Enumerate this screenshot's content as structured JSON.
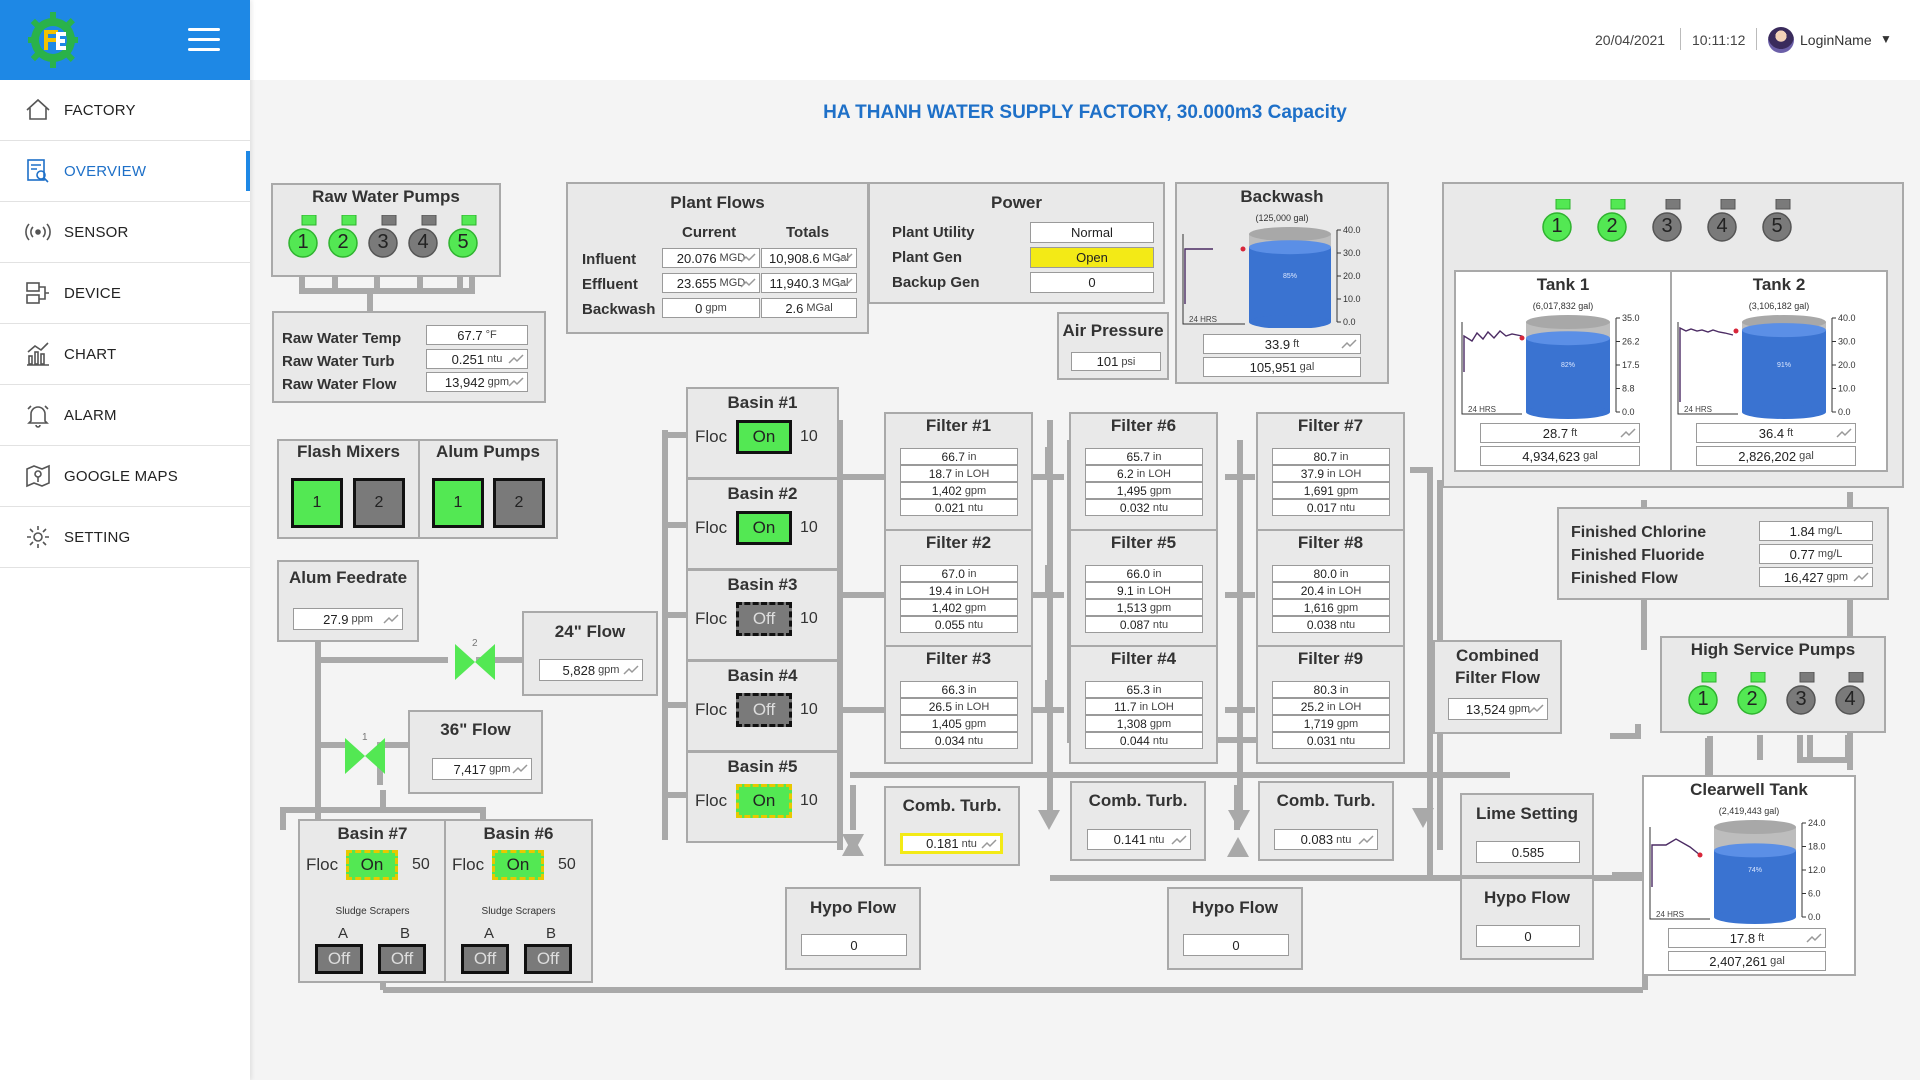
{
  "sidebar": {
    "items": [
      {
        "label": "FACTORY",
        "icon": "home-icon"
      },
      {
        "label": "OVERVIEW",
        "icon": "overview-icon"
      },
      {
        "label": "SENSOR",
        "icon": "sensor-icon"
      },
      {
        "label": "DEVICE",
        "icon": "device-icon"
      },
      {
        "label": "CHART",
        "icon": "chart-icon"
      },
      {
        "label": "ALARM",
        "icon": "bell-icon"
      },
      {
        "label": "GOOGLE MAPS",
        "icon": "map-icon"
      },
      {
        "label": "SETTING",
        "icon": "gear-icon"
      }
    ],
    "active": "OVERVIEW"
  },
  "topbar": {
    "date": "20/04/2021",
    "time": "10:11:12",
    "user": "LoginName"
  },
  "title": "HA THANH WATER SUPPLY FACTORY, 30.000m3 Capacity",
  "colors": {
    "accent": "#1e88e5",
    "on": "#53e853",
    "off": "#7a7a7a",
    "open": "#f3ea16"
  },
  "raw_pumps": {
    "title": "Raw Water Pumps",
    "pumps": [
      {
        "n": "1",
        "on": true
      },
      {
        "n": "2",
        "on": true
      },
      {
        "n": "3",
        "on": false
      },
      {
        "n": "4",
        "on": false
      },
      {
        "n": "5",
        "on": true
      }
    ]
  },
  "raw_water": {
    "rows": [
      {
        "label": "Raw Water Temp",
        "value": "67.7",
        "unit": "°F"
      },
      {
        "label": "Raw Water Turb",
        "value": "0.251",
        "unit": "ntu"
      },
      {
        "label": "Raw Water Flow",
        "value": "13,942",
        "unit": "gpm"
      }
    ]
  },
  "flash_mixers": {
    "title": "Flash Mixers",
    "items": [
      {
        "n": "1",
        "on": true
      },
      {
        "n": "2",
        "on": false
      }
    ]
  },
  "alum_pumps": {
    "title": "Alum Pumps",
    "items": [
      {
        "n": "1",
        "on": true
      },
      {
        "n": "2",
        "on": false
      }
    ]
  },
  "alum_feedrate": {
    "title": "Alum Feedrate",
    "value": "27.9",
    "unit": "ppm"
  },
  "valve1": "1",
  "valve2": "2",
  "flow24": {
    "title": "24\" Flow",
    "value": "5,828",
    "unit": "gpm"
  },
  "flow36": {
    "title": "36\" Flow",
    "value": "7,417",
    "unit": "gpm"
  },
  "basins_left": [
    {
      "title": "Basin #7",
      "floc": "Floc",
      "state": "On",
      "num": "50",
      "scrapers": "Sludge Scrapers",
      "a": "A",
      "b": "B",
      "a_state": "Off",
      "b_state": "Off"
    },
    {
      "title": "Basin #6",
      "floc": "Floc",
      "state": "On",
      "num": "50",
      "scrapers": "Sludge Scrapers",
      "a": "A",
      "b": "B",
      "a_state": "Off",
      "b_state": "Off"
    }
  ],
  "plant_flows": {
    "title": "Plant Flows",
    "col1": "Current",
    "col2": "Totals",
    "rows": [
      {
        "label": "Influent",
        "cur": "20.076",
        "cu": "MGD",
        "tot": "10,908.6",
        "tu": "MGal"
      },
      {
        "label": "Effluent",
        "cur": "23.655",
        "cu": "MGD",
        "tot": "11,940.3",
        "tu": "MGal"
      },
      {
        "label": "Backwash",
        "cur": "0",
        "cu": "gpm",
        "tot": "2.6",
        "tu": "MGal"
      }
    ]
  },
  "power": {
    "title": "Power",
    "rows": [
      {
        "label": "Plant Utility",
        "value": "Normal"
      },
      {
        "label": "Plant Gen",
        "value": "Open"
      },
      {
        "label": "Backup Gen",
        "value": "0"
      }
    ]
  },
  "air_pressure": {
    "title": "Air Pressure",
    "value": "101",
    "unit": "psi"
  },
  "backwash": {
    "title": "Backwash",
    "capacity": "(125,000 gal)",
    "level": "33.9",
    "level_unit": "ft",
    "volume": "105,951",
    "volume_unit": "gal",
    "pct": "85%",
    "fill": 0.85,
    "ticks": [
      "40.0",
      "30.0",
      "20.0",
      "10.0",
      "0.0"
    ],
    "trend_label": "24 HRS"
  },
  "basins_mid": [
    {
      "title": "Basin #1",
      "floc": "Floc",
      "state": "On",
      "num": "10",
      "style": "on"
    },
    {
      "title": "Basin #2",
      "floc": "Floc",
      "state": "On",
      "num": "10",
      "style": "on"
    },
    {
      "title": "Basin #3",
      "floc": "Floc",
      "state": "Off",
      "num": "10",
      "style": "off-d"
    },
    {
      "title": "Basin #4",
      "floc": "Floc",
      "state": "Off",
      "num": "10",
      "style": "off-d"
    },
    {
      "title": "Basin #5",
      "floc": "Floc",
      "state": "On",
      "num": "10",
      "style": "on-d"
    }
  ],
  "filters": [
    {
      "title": "Filter #1",
      "lvl": "66.7",
      "loh": "18.7",
      "flow": "1,402",
      "turb": "0.021"
    },
    {
      "title": "Filter #2",
      "lvl": "67.0",
      "loh": "19.4",
      "flow": "1,402",
      "turb": "0.055"
    },
    {
      "title": "Filter #3",
      "lvl": "66.3",
      "loh": "26.5",
      "flow": "1,405",
      "turb": "0.034"
    },
    {
      "title": "Filter #6",
      "lvl": "65.7",
      "loh": "6.2",
      "flow": "1,495",
      "turb": "0.032"
    },
    {
      "title": "Filter #5",
      "lvl": "66.0",
      "loh": "9.1",
      "flow": "1,513",
      "turb": "0.087"
    },
    {
      "title": "Filter #4",
      "lvl": "65.3",
      "loh": "11.7",
      "flow": "1,308",
      "turb": "0.044"
    },
    {
      "title": "Filter #7",
      "lvl": "80.7",
      "loh": "37.9",
      "flow": "1,691",
      "turb": "0.017"
    },
    {
      "title": "Filter #8",
      "lvl": "80.0",
      "loh": "20.4",
      "flow": "1,616",
      "turb": "0.038"
    },
    {
      "title": "Filter #9",
      "lvl": "80.3",
      "loh": "25.2",
      "flow": "1,719",
      "turb": "0.031"
    }
  ],
  "filter_units": {
    "lvl": "in",
    "loh": "in LOH",
    "flow": "gpm",
    "turb": "ntu"
  },
  "comb_turb": [
    {
      "title": "Comb. Turb.",
      "value": "0.181",
      "unit": "ntu"
    },
    {
      "title": "Comb. Turb.",
      "value": "0.141",
      "unit": "ntu"
    },
    {
      "title": "Comb. Turb.",
      "value": "0.083",
      "unit": "ntu"
    }
  ],
  "hypo_flows": [
    {
      "title": "Hypo Flow",
      "value": "0"
    },
    {
      "title": "Hypo Flow",
      "value": "0"
    }
  ],
  "combined_filter_flow": {
    "title": "Combined Filter Flow",
    "value": "13,524",
    "unit": "gpm"
  },
  "tank_pumps": [
    {
      "n": "1",
      "on": true
    },
    {
      "n": "2",
      "on": true
    },
    {
      "n": "3",
      "on": false
    },
    {
      "n": "4",
      "on": false
    },
    {
      "n": "5",
      "on": false
    }
  ],
  "tank1": {
    "title": "Tank 1",
    "capacity": "(6,017,832 gal)",
    "level": "28.7",
    "level_unit": "ft",
    "volume": "4,934,623",
    "volume_unit": "gal",
    "pct": "82%",
    "fill": 0.82,
    "ticks": [
      "35.0",
      "26.2",
      "17.5",
      "8.8",
      "0.0"
    ],
    "trend_label": "24 HRS"
  },
  "tank2": {
    "title": "Tank 2",
    "capacity": "(3,106,182 gal)",
    "level": "36.4",
    "level_unit": "ft",
    "volume": "2,826,202",
    "volume_unit": "gal",
    "pct": "91%",
    "fill": 0.91,
    "ticks": [
      "40.0",
      "30.0",
      "20.0",
      "10.0",
      "0.0"
    ],
    "trend_label": "24 HRS"
  },
  "finished": {
    "rows": [
      {
        "label": "Finished Chlorine",
        "value": "1.84",
        "unit": "mg/L"
      },
      {
        "label": "Finished Fluoride",
        "value": "0.77",
        "unit": "mg/L"
      },
      {
        "label": "Finished Flow",
        "value": "16,427",
        "unit": "gpm"
      }
    ]
  },
  "high_service": {
    "title": "High Service Pumps",
    "pumps": [
      {
        "n": "1",
        "on": true
      },
      {
        "n": "2",
        "on": true
      },
      {
        "n": "3",
        "on": false
      },
      {
        "n": "4",
        "on": false
      }
    ]
  },
  "lime": {
    "title": "Lime Setting",
    "value": "0.585"
  },
  "hypo_flow3": {
    "title": "Hypo Flow",
    "value": "0"
  },
  "clearwell": {
    "title": "Clearwell Tank",
    "capacity": "(2,419,443 gal)",
    "level": "17.8",
    "level_unit": "ft",
    "volume": "2,407,261",
    "volume_unit": "gal",
    "pct": "74%",
    "fill": 0.74,
    "ticks": [
      "24.0",
      "18.0",
      "12.0",
      "6.0",
      "0.0"
    ],
    "trend_label": "24 HRS"
  }
}
